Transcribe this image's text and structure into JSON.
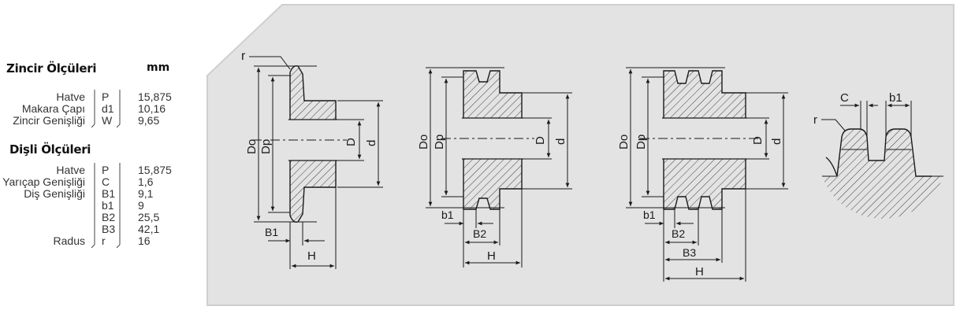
{
  "chain": {
    "title": "Zincir Ölçüleri",
    "unit": "mm",
    "rows": [
      {
        "label": "Hatve",
        "symbol": "P",
        "value": "15,875"
      },
      {
        "label": "Makara Çapı",
        "symbol": "d1",
        "value": "10,16"
      },
      {
        "label": "Zincir Genişliği",
        "symbol": "W",
        "value": "9,65"
      }
    ]
  },
  "sprocket": {
    "title": "Dişli Ölçüleri",
    "rows": [
      {
        "label": "Hatve",
        "symbol": "P",
        "value": "15,875"
      },
      {
        "label": "Yarıçap Genişliği",
        "symbol": "C",
        "value": "1,6"
      },
      {
        "label": "Diş Genişliği",
        "symbol": "B1",
        "value": "9,1"
      },
      {
        "label": "",
        "symbol": "b1",
        "value": "9"
      },
      {
        "label": "",
        "symbol": "B2",
        "value": "25,5"
      },
      {
        "label": "",
        "symbol": "B3",
        "value": "42,1"
      },
      {
        "label": "Radus",
        "symbol": "r",
        "value": "16"
      }
    ]
  },
  "diagram_labels": {
    "r": "r",
    "Do": "Do",
    "Dp": "Dp",
    "D": "D",
    "d": "d",
    "B1": "B1",
    "b1": "b1",
    "B2": "B2",
    "B3": "B3",
    "H": "H",
    "C": "C"
  },
  "colors": {
    "panel": "#e3e3e3",
    "border": "#cfcfcf",
    "line": "#1a1a1a",
    "hatch": "#2a2a2a"
  }
}
